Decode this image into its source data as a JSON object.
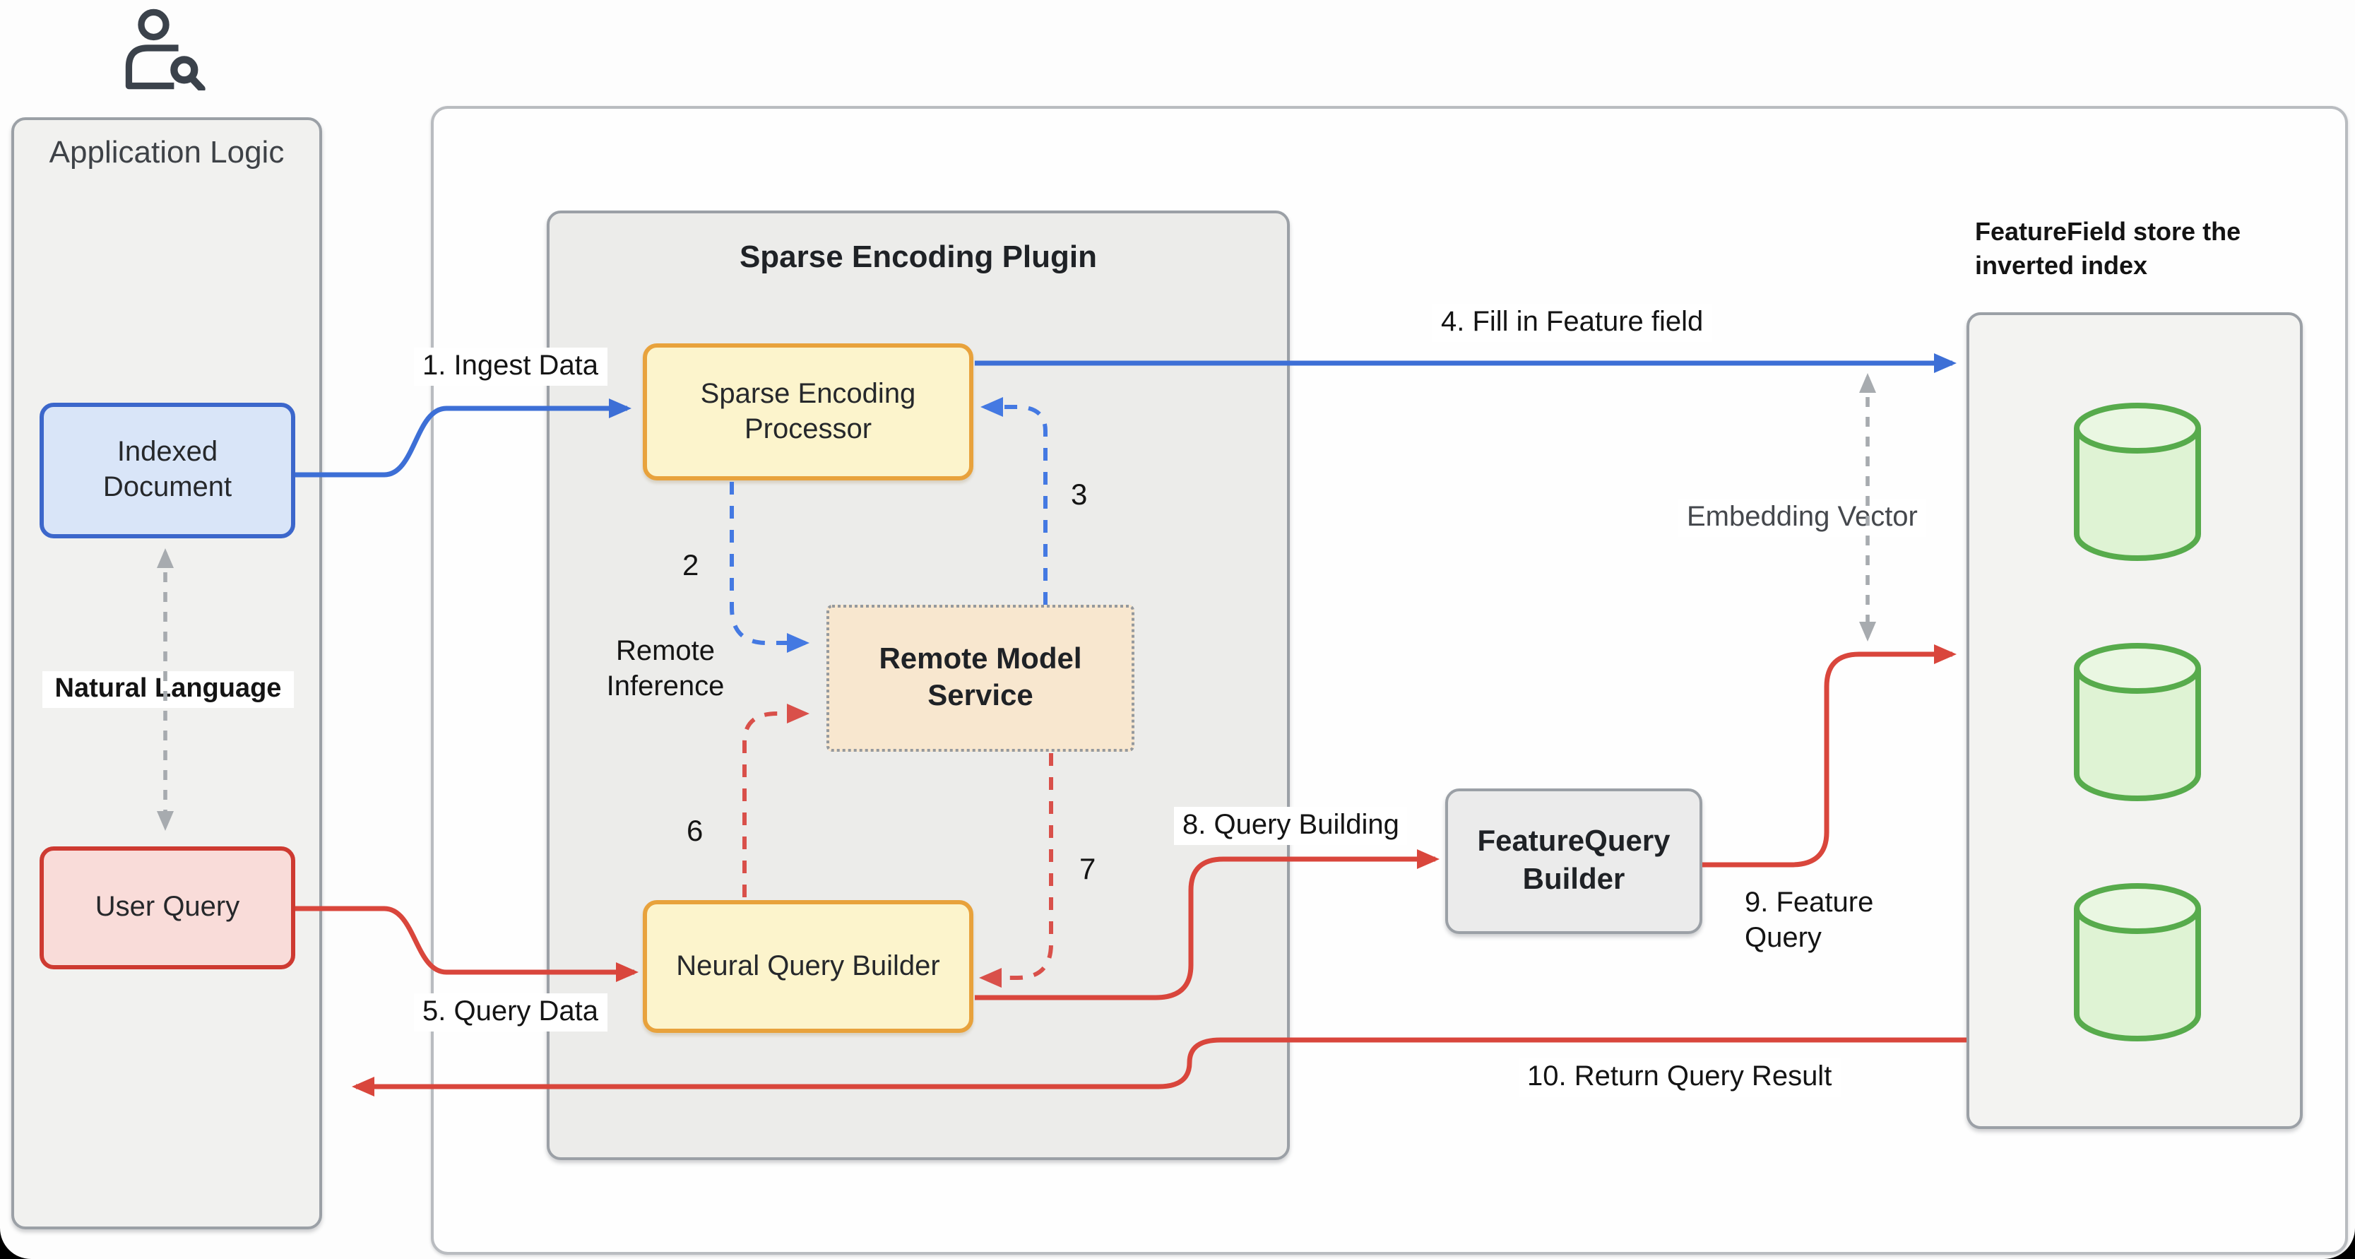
{
  "app_logic": {
    "title": "Application Logic",
    "indexed_document": "Indexed Document",
    "natural_language": "Natural Language",
    "user_query": "User Query"
  },
  "plugin": {
    "title": "Sparse Encoding Plugin",
    "processor": "Sparse Encoding Processor",
    "remote_model_service": "Remote Model Service",
    "remote_inference": "Remote Inference",
    "neural_query_builder": "Neural Query Builder"
  },
  "feature_query_builder": {
    "label": "FeatureQuery Builder"
  },
  "feature_field": {
    "title": "FeatureField store the inverted index",
    "database_count": 3
  },
  "steps": {
    "s1": "1. Ingest Data",
    "s2": "2",
    "s3": "3",
    "s4": "4. Fill in Feature field",
    "s5": "5. Query Data",
    "s6": "6",
    "s7": "7",
    "s8": "8. Query Building",
    "s9": "9. Feature Query",
    "s10": "10. Return Query Result"
  },
  "annotations": {
    "embedding_vector": "Embedding Vector"
  },
  "icons": [
    "user-search-icon",
    "database-icon"
  ],
  "colors": {
    "blue": "#3d6fd6",
    "blue_dash": "#4479e2",
    "red": "#d9463c",
    "red_dash": "#d9504a",
    "gray_arrow": "#a7abaf",
    "yellow_fill": "#fcf4cc",
    "orange_border": "#e8a23c",
    "blue_fill": "#d9e5f8",
    "blue_border": "#3c67cb",
    "red_fill": "#f9dcd9",
    "red_border": "#ce3a31",
    "peach_fill": "#f8e7cf",
    "green_fill": "#dff3d4",
    "green_border": "#57ab4c",
    "panel_fill": "#f1f1ef",
    "plugin_fill": "#ececea",
    "box_border": "#9ba0a6"
  }
}
